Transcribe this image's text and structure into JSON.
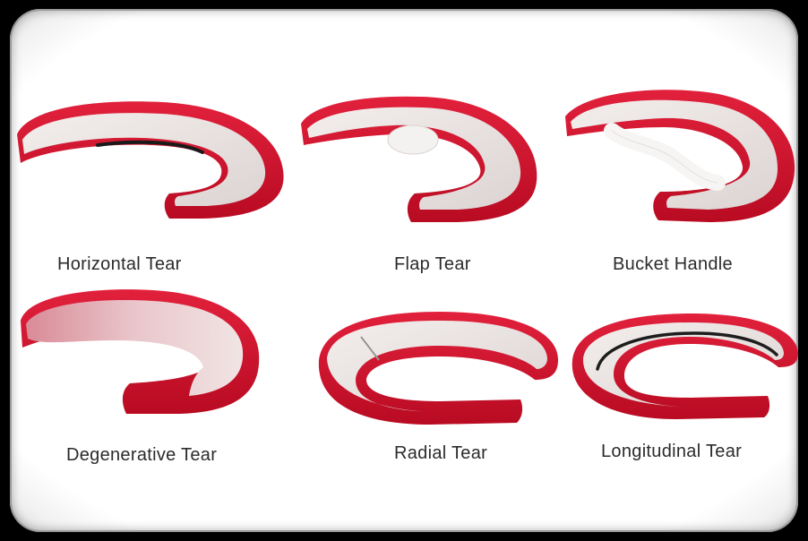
{
  "tears": [
    {
      "label": "Horizontal Tear"
    },
    {
      "label": "Flap Tear"
    },
    {
      "label": "Bucket Handle"
    },
    {
      "label": "Degenerative Tear"
    },
    {
      "label": "Radial Tear"
    },
    {
      "label": "Longitudinal Tear"
    }
  ],
  "colors": {
    "rim_red": "#d10f2a",
    "meniscus_body": "#ece6e4",
    "background": "#ffffff",
    "outer_frame": "#000000"
  }
}
